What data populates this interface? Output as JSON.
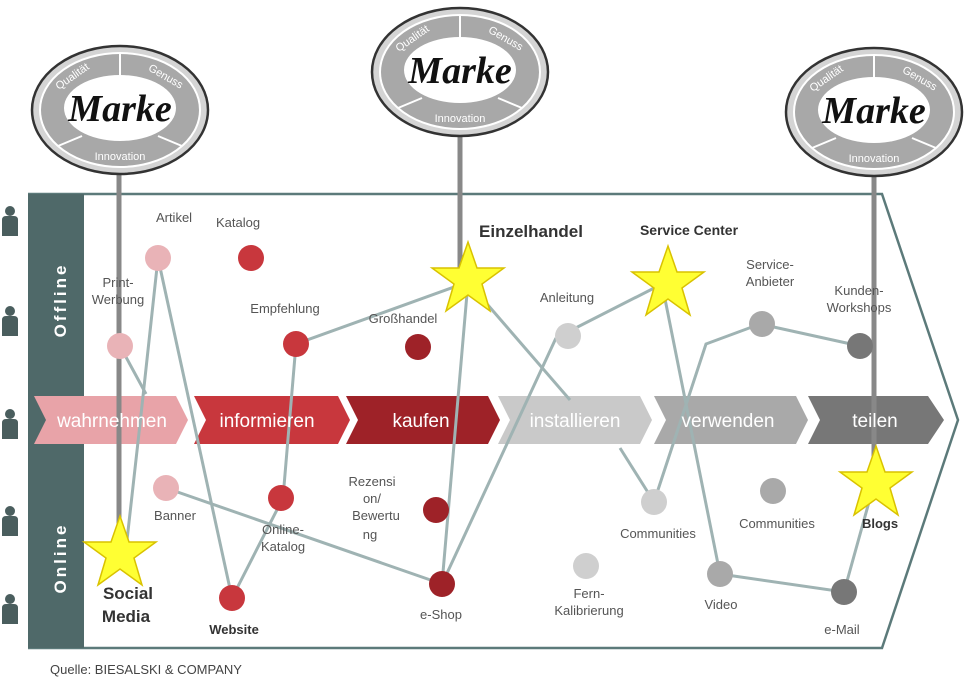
{
  "bands": {
    "offline": "Offline",
    "online": "Online"
  },
  "stages": [
    {
      "label": "wahrnehmen",
      "color": "#e8a3a8"
    },
    {
      "label": "informieren",
      "color": "#c8373d"
    },
    {
      "label": "kaufen",
      "color": "#9e2228"
    },
    {
      "label": "installieren",
      "color": "#c9c9c9"
    },
    {
      "label": "verwenden",
      "color": "#a9a9a9"
    },
    {
      "label": "teilen",
      "color": "#777777"
    }
  ],
  "brand": {
    "name": "Marke",
    "segments": {
      "left": "Qualität",
      "right": "Genuss",
      "bottom": "Innovation"
    }
  },
  "highlights": {
    "einzelhandel": "Einzelhandel",
    "service_center": "Service Center",
    "social_media": [
      "Social",
      "Media"
    ],
    "website": "Website",
    "blogs": "Blogs"
  },
  "touchpoints": {
    "artikel": "Artikel",
    "katalog": "Katalog",
    "print_werbung": [
      "Print-",
      "Werbung"
    ],
    "empfehlung": "Empfehlung",
    "grosshandel": "Großhandel",
    "anleitung": "Anleitung",
    "service_anbieter": [
      "Service-",
      "Anbieter"
    ],
    "kunden_workshops": [
      "Kunden-",
      "Workshops"
    ],
    "banner": "Banner",
    "online_katalog": [
      "Online-",
      "Katalog"
    ],
    "rezension": [
      "Rezensi",
      "on/",
      "Bewertu",
      "ng"
    ],
    "e_shop": "e-Shop",
    "communities_1": "Communities",
    "communities_2": "Communities",
    "fern_kalibrierung": [
      "Fern-",
      "Kalibrierung"
    ],
    "video": "Video",
    "e_mail": "e-Mail"
  },
  "source": "Quelle: BIESALSKI & COMPANY"
}
